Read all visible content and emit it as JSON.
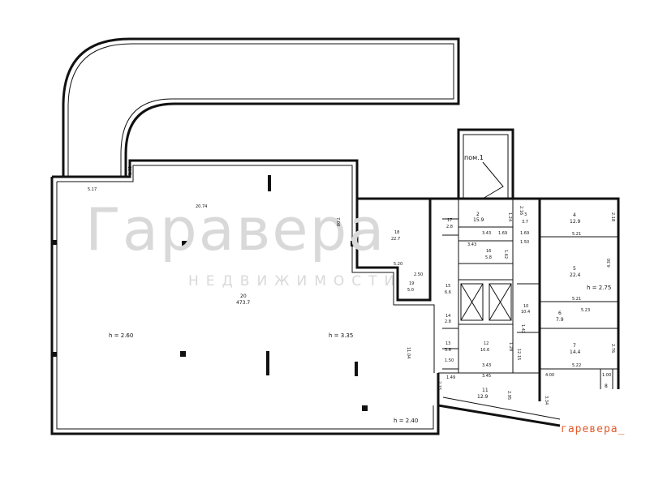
{
  "watermark": {
    "main": "Гаравера",
    "sub": "НЕДВИЖИМОСТИ"
  },
  "brand_tag": "гаревера_",
  "dimensions": {
    "d517": "5.17",
    "d2074": "20.74",
    "d102": "1.02",
    "d708": "7.08",
    "d520": "5.20",
    "d250": "2.50",
    "d1104": "11.04",
    "d343a": "3.43",
    "d169a": "1.69",
    "d150a": "1.50",
    "d343b": "3.43",
    "d169b": "1.69",
    "d343c": "3.43",
    "d345": "3.45",
    "d150b": "1.50",
    "d149": "1.49",
    "d521a": "5.21",
    "d521b": "5.21",
    "d430": "4.30",
    "d523": "5.23",
    "d522": "5.22",
    "d400": "4.00",
    "d216": "2.16",
    "d218": "2.18",
    "d276": "2.76",
    "d1000": "1.00",
    "d295": "2.95",
    "d215": "2.15",
    "d124": "1.24",
    "d128": "1.28",
    "d142": "1.42",
    "d162": "1.62",
    "d334": "3.34",
    "d1215": "12.15"
  },
  "heights": {
    "h260": "h = 2.60",
    "h335": "h = 3.35",
    "h240": "h = 2.40",
    "h275": "h = 2.75"
  },
  "rooms": {
    "r1": {
      "num": "пом.1"
    },
    "r2": {
      "num": "2",
      "area": "15.9"
    },
    "r3": {
      "num": "3",
      "area": "3.7"
    },
    "r4": {
      "num": "4",
      "area": "12.9"
    },
    "r5": {
      "num": "5",
      "area": "22.4"
    },
    "r6": {
      "num": "6",
      "area": "7.9"
    },
    "r7": {
      "num": "7",
      "area": "14.4"
    },
    "r8": {
      "num": "8"
    },
    "r10": {
      "num": "10",
      "area": "10.4"
    },
    "r11": {
      "num": "11",
      "area": "12.9"
    },
    "r12": {
      "num": "12",
      "area": "10.6"
    },
    "r13": {
      "num": "13",
      "area": "3.6"
    },
    "r14": {
      "num": "14",
      "area": "2.8"
    },
    "r15": {
      "num": "15",
      "area": "6.6"
    },
    "r16": {
      "num": "16",
      "area": "5.8"
    },
    "r17": {
      "num": "17",
      "area": "2.8"
    },
    "r18": {
      "num": "18",
      "area": "22.7"
    },
    "r19": {
      "num": "19",
      "area": "5.0"
    },
    "r20": {
      "num": "20",
      "area": "473.7"
    }
  }
}
